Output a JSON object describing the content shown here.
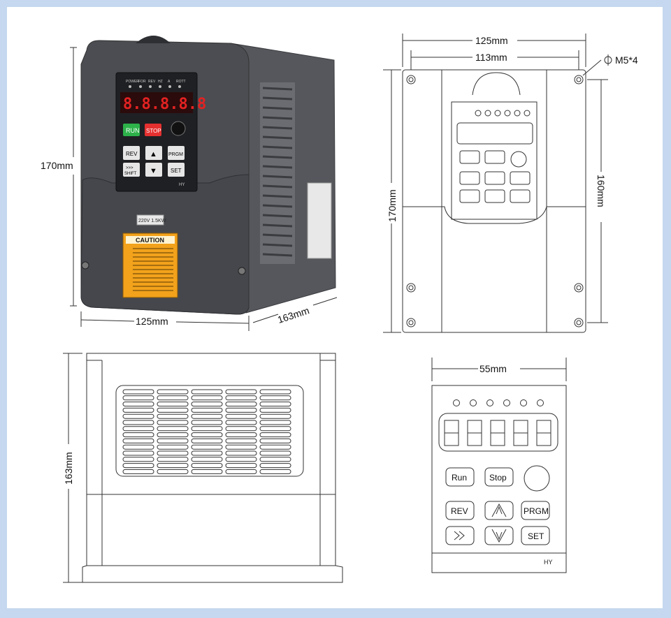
{
  "photo": {
    "height_label": "170mm",
    "width_label": "125mm",
    "depth_label": "163mm",
    "keypad": {
      "leds": [
        "POWER",
        "FOR",
        "REV",
        "HZ",
        "A",
        "ROTT"
      ],
      "display": "8.8.8.8.8",
      "run": "RUN",
      "stop": "STOP",
      "rev": "REV",
      "up": "▲",
      "prgm": "PRGM",
      "shift_arrows": ">>>",
      "shift": "SHIFT",
      "down": "▼",
      "set": "SET",
      "brand": "HY"
    },
    "rating": "220V 1.5KW",
    "caution": "CAUTION",
    "colors": {
      "housing": "#4b4d52",
      "caution": "#f2a21b",
      "display": "#e32222"
    }
  },
  "front_view": {
    "outer_width_label": "125mm",
    "hole_spacing_label": "113mm",
    "hole_label": "M5*4",
    "height_label": "170mm",
    "hole_height_label": "160mm"
  },
  "side_view": {
    "depth_label": "163mm"
  },
  "keypad_view": {
    "width_label": "55mm",
    "run": "Run",
    "stop": "Stop",
    "rev": "REV",
    "prgm": "PRGM",
    "set": "SET",
    "brand": "HY"
  }
}
